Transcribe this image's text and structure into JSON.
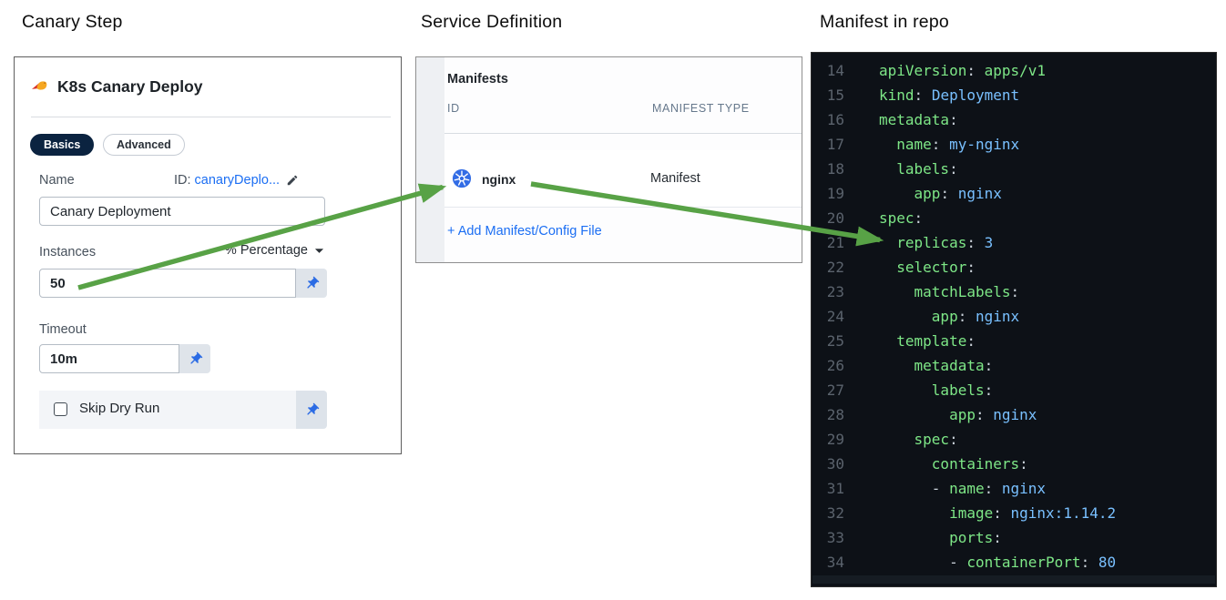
{
  "page": {
    "headings": {
      "canary_step": "Canary Step",
      "service_definition": "Service Definition",
      "manifest_in_repo": "Manifest in repo"
    }
  },
  "canary_step": {
    "title": "K8s Canary Deploy",
    "tabs": {
      "basics": "Basics",
      "advanced": "Advanced"
    },
    "fields": {
      "name_label": "Name",
      "id_label": "ID:",
      "id_value": "canaryDeplo...",
      "name_value": "Canary Deployment",
      "instances_label": "Instances",
      "instances_mode": "% Percentage",
      "instances_value": "50",
      "timeout_label": "Timeout",
      "timeout_value": "10m",
      "skip_dry_run_label": "Skip Dry Run",
      "skip_dry_run_checked": false
    }
  },
  "service_definition": {
    "section_title": "Manifests",
    "col_id": "ID",
    "col_type": "MANIFEST TYPE",
    "row": {
      "id": "nginx",
      "type": "Manifest"
    },
    "add_link": "+ Add Manifest/Config File"
  },
  "manifest_repo": {
    "language": "yaml",
    "lines": [
      {
        "no": 14,
        "indent": 0,
        "dash": false,
        "key": "apiVersion",
        "value": "apps/v1",
        "vc": "green"
      },
      {
        "no": 15,
        "indent": 0,
        "dash": false,
        "key": "kind",
        "value": "Deployment",
        "vc": "blue"
      },
      {
        "no": 16,
        "indent": 0,
        "dash": false,
        "key": "metadata",
        "value": "",
        "vc": null
      },
      {
        "no": 17,
        "indent": 2,
        "dash": false,
        "key": "name",
        "value": "my-nginx",
        "vc": "blue"
      },
      {
        "no": 18,
        "indent": 2,
        "dash": false,
        "key": "labels",
        "value": "",
        "vc": null
      },
      {
        "no": 19,
        "indent": 4,
        "dash": false,
        "key": "app",
        "value": "nginx",
        "vc": "blue"
      },
      {
        "no": 20,
        "indent": 0,
        "dash": false,
        "key": "spec",
        "value": "",
        "vc": null
      },
      {
        "no": 21,
        "indent": 2,
        "dash": false,
        "key": "replicas",
        "value": "3",
        "vc": "blue"
      },
      {
        "no": 22,
        "indent": 2,
        "dash": false,
        "key": "selector",
        "value": "",
        "vc": null
      },
      {
        "no": 23,
        "indent": 4,
        "dash": false,
        "key": "matchLabels",
        "value": "",
        "vc": null
      },
      {
        "no": 24,
        "indent": 6,
        "dash": false,
        "key": "app",
        "value": "nginx",
        "vc": "blue"
      },
      {
        "no": 25,
        "indent": 2,
        "dash": false,
        "key": "template",
        "value": "",
        "vc": null
      },
      {
        "no": 26,
        "indent": 4,
        "dash": false,
        "key": "metadata",
        "value": "",
        "vc": null
      },
      {
        "no": 27,
        "indent": 6,
        "dash": false,
        "key": "labels",
        "value": "",
        "vc": null
      },
      {
        "no": 28,
        "indent": 8,
        "dash": false,
        "key": "app",
        "value": "nginx",
        "vc": "blue"
      },
      {
        "no": 29,
        "indent": 4,
        "dash": false,
        "key": "spec",
        "value": "",
        "vc": null
      },
      {
        "no": 30,
        "indent": 6,
        "dash": false,
        "key": "containers",
        "value": "",
        "vc": null
      },
      {
        "no": 31,
        "indent": 6,
        "dash": true,
        "key": "name",
        "value": "nginx",
        "vc": "blue"
      },
      {
        "no": 32,
        "indent": 8,
        "dash": false,
        "key": "image",
        "value": "nginx:1.14.2",
        "vc": "blue"
      },
      {
        "no": 33,
        "indent": 8,
        "dash": false,
        "key": "ports",
        "value": "",
        "vc": null
      },
      {
        "no": 34,
        "indent": 8,
        "dash": true,
        "key": "containerPort",
        "value": "80",
        "vc": "blue"
      }
    ]
  },
  "colors": {
    "accent_blue": "#1b6ef3",
    "pill_navy": "#0b2340",
    "arrow_green": "#58a246",
    "code_bg": "#0d1117",
    "code_key_green": "#7ee787",
    "code_value_blue": "#79c0ff",
    "code_line_number": "#5b636d",
    "kubernetes_blue": "#326ce5"
  }
}
